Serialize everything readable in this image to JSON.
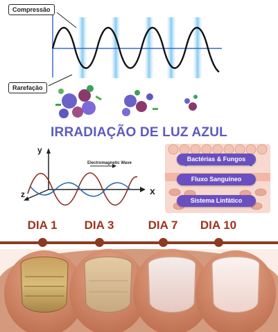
{
  "labels": {
    "compression": "Compressão",
    "rarefaction": "Rarefação"
  },
  "headline": "IRRADIAÇÃO DE LUZ AZUL",
  "em_wave": {
    "label": "Electromagnetic Wave",
    "axis_y": "y",
    "axis_x": "x",
    "axis_z": "z"
  },
  "skin_panel": {
    "items": [
      "Bactérias & Fungos",
      "Fluxo Sanguíneo",
      "Sistema Linfático"
    ]
  },
  "timeline": {
    "days": [
      "DIA 1",
      "DIA 3",
      "DIA 7",
      "DIA 10"
    ]
  },
  "colors": {
    "headline": "#5b5bc0",
    "day_text": "#a0321e",
    "timeline": "#8c3a20",
    "pill": "#6a4fc0",
    "blue_light": "#7ec8f0"
  }
}
